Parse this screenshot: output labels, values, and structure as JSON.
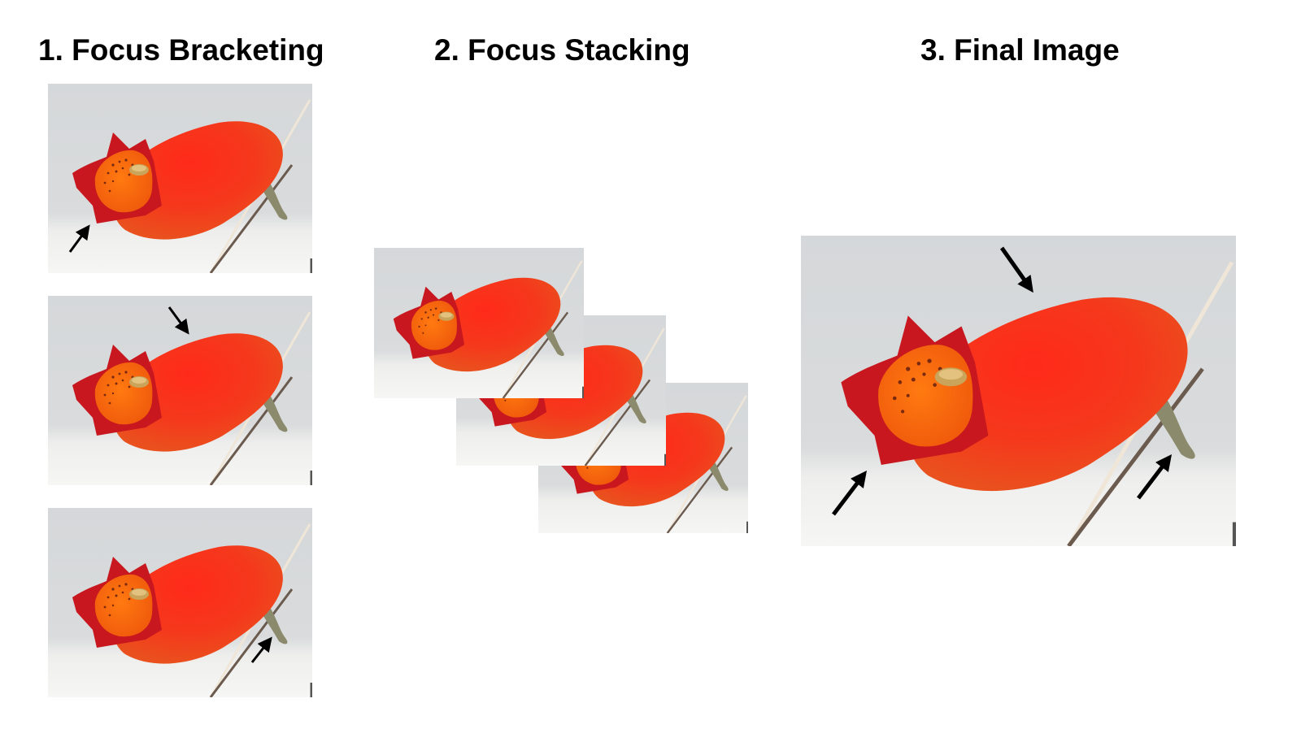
{
  "headings": {
    "step1": "1. Focus Bracketing",
    "step2": "2. Focus Stacking",
    "step3": "3. Final Image"
  },
  "colors": {
    "background_grey": "#d3d6d8",
    "floor_white": "#f0f0ef",
    "petal_red": "#f0301c",
    "throat_orange": "#f56a10",
    "lip_dark_red": "#c81722",
    "stem_green": "#8a8a6a",
    "arrow": "#000000"
  },
  "panels": {
    "bracketing": [
      {
        "focus_point": "lower-lip-icon"
      },
      {
        "focus_point": "top-of-flower-icon"
      },
      {
        "focus_point": "stem-icon"
      }
    ],
    "stacking_layers": 3,
    "final": {
      "focus_points": [
        "lower-lip",
        "top-of-flower",
        "stem"
      ]
    }
  }
}
